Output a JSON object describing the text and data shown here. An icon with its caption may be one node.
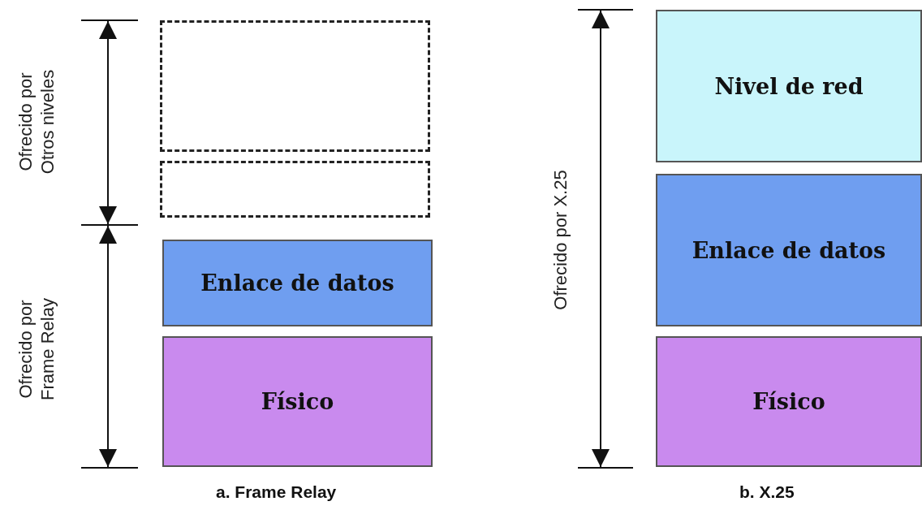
{
  "diagram": {
    "nodes": [
      {
        "text": [],
        "shape": "box"
      },
      {
        "text": [],
        "shape": "box"
      },
      {
        "text": [
          "Enlace de datos"
        ]
      },
      {
        "text": [
          "Físico"
        ]
      },
      {
        "text": [
          "Nivel de red"
        ]
      },
      {
        "text": [
          "Enlace de datos"
        ]
      },
      {
        "text": [
          "Físico"
        ]
      }
    ],
    "labels": [
      "Ofrecido por Otros niveles",
      "Ofrecido por Frame Relay",
      "Ofrecido por X.25",
      "a. Frame Relay",
      "b. X.25"
    ]
  }
}
